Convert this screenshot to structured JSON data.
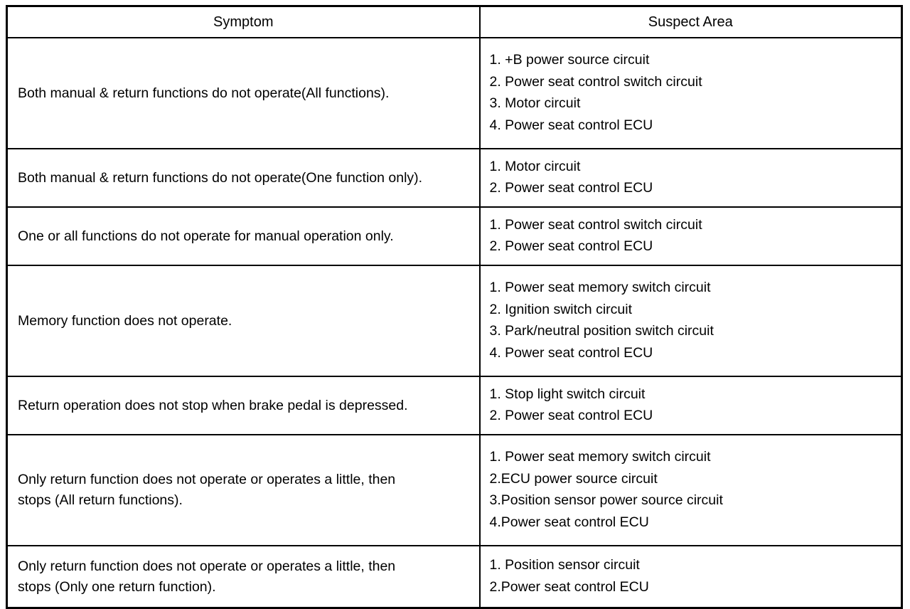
{
  "table": {
    "headers": {
      "symptom": "Symptom",
      "suspect_area": "Suspect Area"
    },
    "rows": [
      {
        "symptom_lines": [
          "Both manual & return functions do not operate(All functions)."
        ],
        "suspect_items": [
          "1. +B power source circuit",
          "2. Power seat control switch circuit",
          "3. Motor circuit",
          "4. Power seat control ECU"
        ]
      },
      {
        "symptom_lines": [
          "Both manual & return functions do not operate(One function only)."
        ],
        "suspect_items": [
          "1. Motor circuit",
          "2. Power seat control ECU"
        ]
      },
      {
        "symptom_lines": [
          "One or all functions do not operate for manual operation only."
        ],
        "suspect_items": [
          "1. Power seat control switch circuit",
          "2. Power seat control ECU"
        ]
      },
      {
        "symptom_lines": [
          "Memory function does not operate."
        ],
        "suspect_items": [
          "1. Power seat memory switch circuit",
          "2. Ignition switch circuit",
          "3. Park/neutral position switch circuit",
          "4. Power seat control ECU"
        ]
      },
      {
        "symptom_lines": [
          "Return operation does not stop when brake pedal is depressed."
        ],
        "suspect_items": [
          "1. Stop light switch circuit",
          "2. Power seat control ECU"
        ]
      },
      {
        "symptom_lines": [
          "Only return function does not operate or operates a little, then",
          "stops (All return functions)."
        ],
        "suspect_items": [
          "1. Power seat memory switch circuit",
          "2.ECU power source circuit",
          "3.Position sensor power source circuit",
          "4.Power seat control ECU"
        ]
      },
      {
        "symptom_lines": [
          "Only return function does not operate or operates a little, then",
          "stops (Only one return function)."
        ],
        "suspect_items": [
          "1. Position sensor circuit",
          "2.Power seat control ECU"
        ]
      }
    ]
  },
  "colors": {
    "ink": "#000000",
    "paper": "#ffffff"
  }
}
